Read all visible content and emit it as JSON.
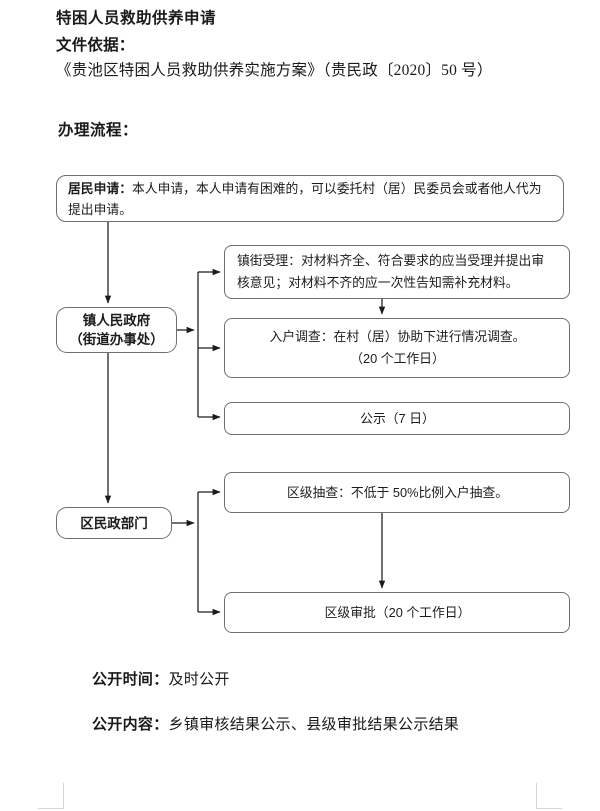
{
  "document": {
    "title": "特困人员救助供养申请",
    "basis_label": "文件依据：",
    "basis_text": "《贵池区特困人员救助供养实施方案》（贵民政〔2020〕50 号）",
    "process_heading": "办理流程："
  },
  "flow": {
    "intro": {
      "label": "居民申请：",
      "text": "本人申请，本人申请有困难的，可以委托村（居）民委员会或者他人代为提出申请。"
    },
    "actors": [
      {
        "id": "town-gov",
        "line1": "镇人民政府",
        "line2": "（街道办事处）"
      },
      {
        "id": "district-civil-affairs",
        "line1": "区民政部门",
        "line2": ""
      }
    ],
    "tasks": [
      {
        "id": "town-acceptance",
        "line1": "镇街受理：对材料齐全、符合要求的应当受理并提出审",
        "line2": "核意见；对材料不齐的应一次性告知需补充材料。"
      },
      {
        "id": "home-visit",
        "line1": "入户调查：在村（居）协助下进行情况调查。",
        "line2": "（20 个工作日）"
      },
      {
        "id": "public-notice",
        "line1": "公示（7 日）",
        "line2": ""
      },
      {
        "id": "district-spot-check",
        "line1": "区级抽查：不低于 50%比例入户抽查。",
        "line2": ""
      },
      {
        "id": "district-approval",
        "line1": "区级审批（20 个工作日）",
        "line2": ""
      }
    ]
  },
  "footer": {
    "time_label": "公开时间：",
    "time_value": "及时公开",
    "content_label": "公开内容：",
    "content_value": "乡镇审核结果公示、县级审批结果公示结果"
  },
  "colors": {
    "page_background": "#ffffff",
    "text": "#1a1a1a",
    "box_border": "#6f6f6f",
    "connector": "#1c1c1c",
    "crop_mark": "#d6d6d6"
  }
}
